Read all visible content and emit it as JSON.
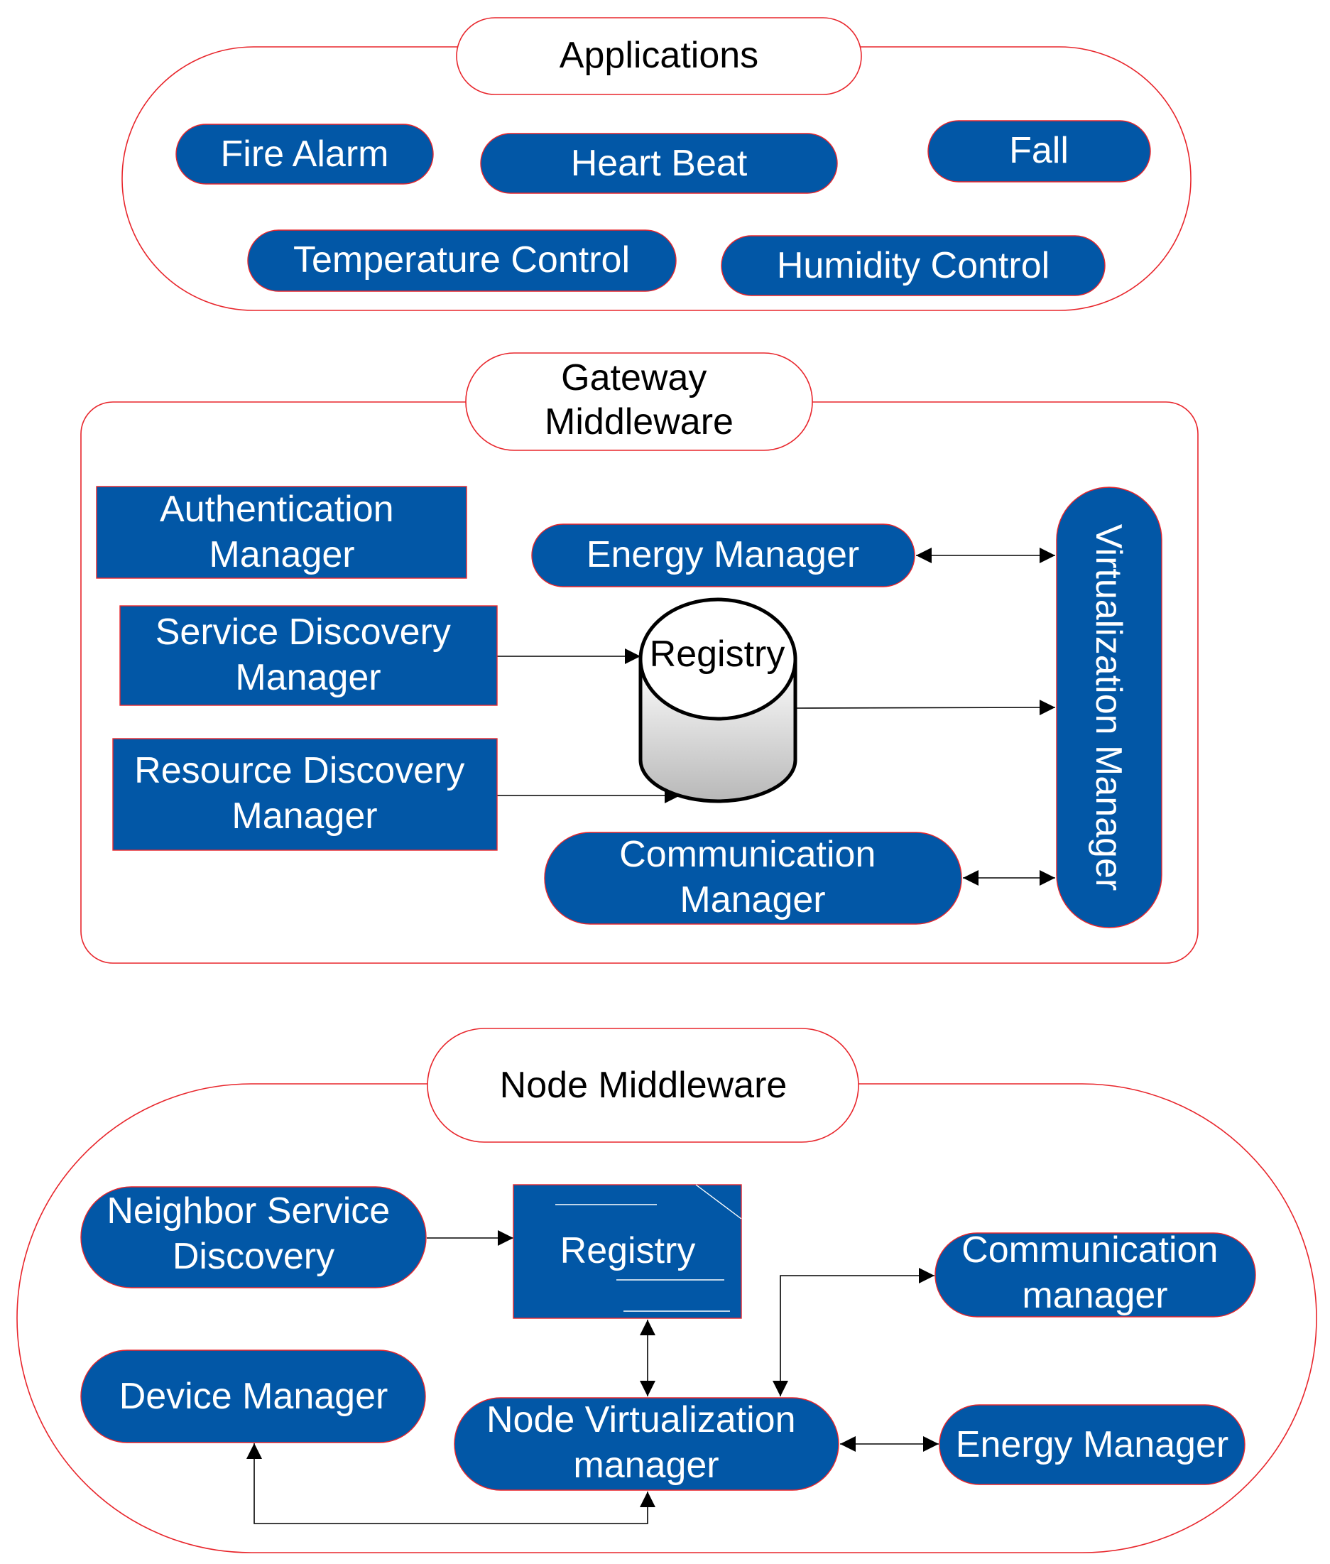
{
  "applications": {
    "title": "Applications",
    "items": {
      "fire_alarm": "Fire Alarm",
      "heart_beat": "Heart Beat",
      "fall": "Fall",
      "temperature_control": "Temperature Control",
      "humidity_control": "Humidity Control"
    }
  },
  "gateway": {
    "title_lines": [
      "Gateway",
      "Middleware"
    ],
    "authentication_manager": [
      "Authentication",
      "Manager"
    ],
    "service_discovery_manager": [
      "Service  Discovery",
      "Manager"
    ],
    "resource_discovery_manager": [
      "Resource  Discovery",
      "Manager"
    ],
    "energy_manager": "Energy Manager",
    "registry": "Registry",
    "communication_manager": [
      "Communication",
      "Manager"
    ],
    "virtualization_manager": "Virtualization Manager"
  },
  "node": {
    "title": "Node Middleware",
    "neighbor_service_discovery": [
      "Neighbor Service",
      "Discovery"
    ],
    "registry": "Registry",
    "communication_manager": [
      "Communication",
      "manager"
    ],
    "device_manager": "Device Manager",
    "node_virtualization_manager": [
      "Node Virtualization",
      "manager"
    ],
    "energy_manager": "Energy Manager"
  },
  "colors": {
    "box_fill": "#0257a6",
    "frame_stroke": "#e8262c",
    "box_text": "#ffffff",
    "title_text": "#000000"
  }
}
